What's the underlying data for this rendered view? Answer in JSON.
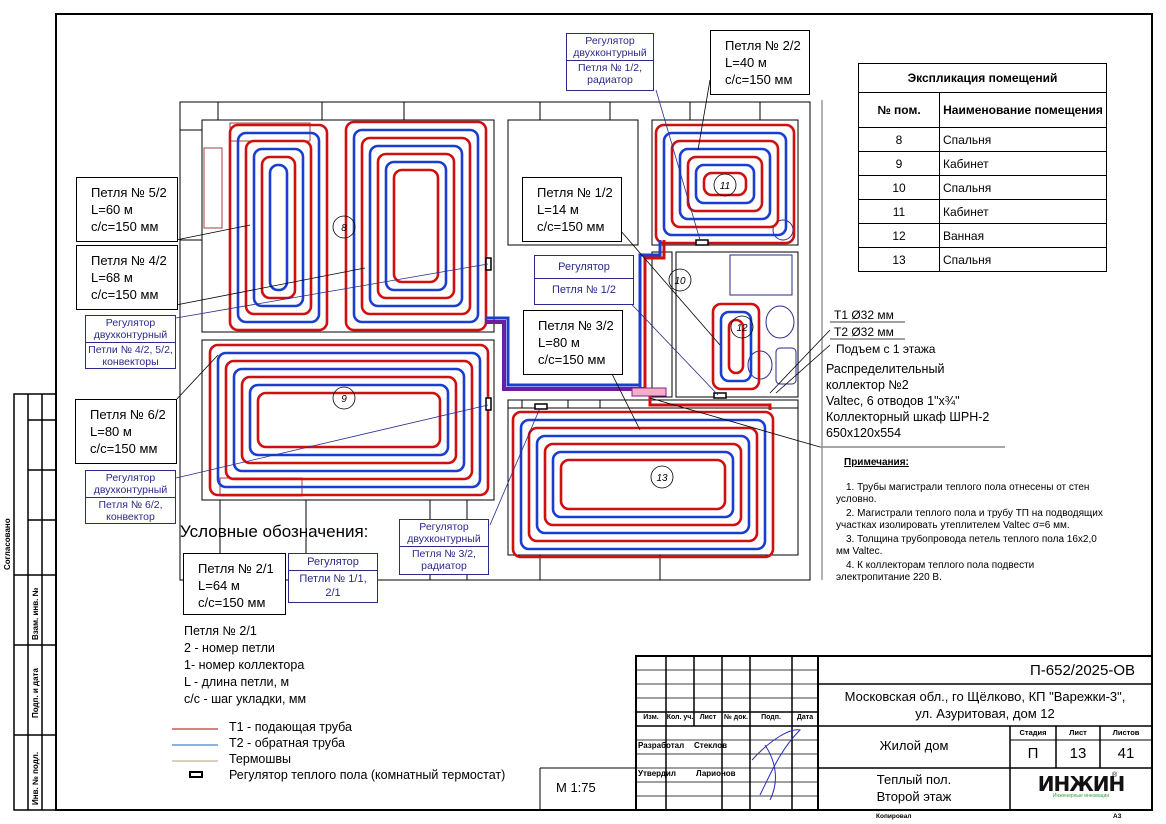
{
  "explication": {
    "title": "Экспликация помещений",
    "col_num": "№ пом.",
    "col_name": "Наименование помещения",
    "rows": [
      {
        "num": "8",
        "name": "Спальня"
      },
      {
        "num": "9",
        "name": "Кабинет"
      },
      {
        "num": "10",
        "name": "Спальня"
      },
      {
        "num": "11",
        "name": "Кабинет"
      },
      {
        "num": "12",
        "name": "Ванная"
      },
      {
        "num": "13",
        "name": "Спальня"
      }
    ]
  },
  "loops": {
    "loop_5_2": {
      "title": "Петля № 5/2",
      "length": "L=60 м",
      "step": "с/с=150 мм"
    },
    "loop_4_2": {
      "title": "Петля № 4/2",
      "length": "L=68 м",
      "step": "с/с=150 мм"
    },
    "loop_6_2": {
      "title": "Петля № 6/2",
      "length": "L=80 м",
      "step": "с/с=150 мм"
    },
    "loop_1_2": {
      "title": "Петля № 1/2",
      "length": "L=14 м",
      "step": "с/с=150 мм"
    },
    "loop_2_2": {
      "title": "Петля № 2/2",
      "length": "L=40 м",
      "step": "с/с=150 мм"
    },
    "loop_3_2": {
      "title": "Петля № 3/2",
      "length": "L=80 м",
      "step": "с/с=150 мм"
    }
  },
  "regulators": {
    "reg_1_2_radiator": {
      "top": "Регулятор двухконтурный",
      "bottom": "Петля № 1/2, радиатор"
    },
    "reg_1_2": {
      "top": "Регулятор",
      "bottom": "Петля № 1/2"
    },
    "reg_4_5": {
      "top": "Регулятор двухконтурный",
      "bottom": "Петли № 4/2, 5/2, конвекторы"
    },
    "reg_6_2": {
      "top": "Регулятор двухконтурный",
      "bottom": "Петля № 6/2, конвектор"
    },
    "reg_3_2": {
      "top": "Регулятор двухконтурный",
      "bottom": "Петля № 3/2, радиатор"
    }
  },
  "room_numbers": [
    "8",
    "9",
    "10",
    "11",
    "12",
    "13"
  ],
  "collector": {
    "t1": "Т1 Ø32 мм",
    "t2": "Т2 Ø32 мм",
    "rise": "Подъем с 1 этажа",
    "line1": "Распределительный",
    "line2": "коллектор №2",
    "line3": "Valtec, 6 отводов 1\"x¾\"",
    "line4": "Коллекторный шкаф ШРН-2",
    "line5": "650x120x554"
  },
  "notes": {
    "title": "Примечания:",
    "items": [
      "1.    Трубы магистрали теплого пола отнесены от стен условно.",
      "2.    Магистрали теплого пола и трубу ТП на подводящих участках изолировать утеплителем Valtec σ=6 мм.",
      "3.    Толщина трубопровода петель теплого пола 16x2,0 мм Valtec.",
      "4.    К коллекторам теплого пола подвести электропитание 220 В."
    ]
  },
  "legend": {
    "title": "Условные обозначения:",
    "sample_loop": {
      "title": "Петля № 2/1",
      "length": "L=64 м",
      "step": "с/с=150 мм"
    },
    "sample_reg": {
      "top": "Регулятор",
      "bottom": "Петли № 1/1, 2/1"
    },
    "explain": [
      "Петля № 2/1",
      "2 - номер петли",
      "1- номер коллектора",
      "L - длина петли, м",
      "с/с - шаг укладки, мм"
    ],
    "items": [
      {
        "symbol": "red-line",
        "label": "Т1 - подающая труба",
        "color": "#c00000"
      },
      {
        "symbol": "blue-line",
        "label": "Т2 - обратная труба",
        "color": "#1f3fc0"
      },
      {
        "symbol": "tan-line",
        "label": "Термошвы",
        "color": "#b8a07a"
      },
      {
        "symbol": "thermostat",
        "label": "Регулятор теплого пола (комнатный термостат)",
        "color": "#000000"
      }
    ]
  },
  "scale": "М 1:75",
  "stamp": {
    "code": "П-652/2025-ОВ",
    "address1": "Московская обл., го Щёлково, КП \"Варежки-3\",",
    "address2": "ул. Азуритовая, дом 12",
    "headers": [
      "Изм.",
      "Кол. уч.",
      "Лист",
      "№ док.",
      "Подп.",
      "Дата"
    ],
    "developed_label": "Разработал",
    "developed_name": "Стеклов",
    "approved_label": "Утвердил",
    "approved_name": "Ларионов",
    "object": "Жилой дом",
    "stage_label": "Стадия",
    "sheet_label": "Лист",
    "sheets_label": "Листов",
    "stage": "П",
    "sheet": "13",
    "sheets": "41",
    "title1": "Теплый пол.",
    "title2": "Второй этаж",
    "logo": "ИНЖИН",
    "logo_sub": "Инженерные инновации",
    "copied": "Копировал",
    "format": "А3"
  },
  "side": {
    "agreed": "Согласовано",
    "inv_swap": "Взам. инв. №",
    "sign_date": "Подп. и дата",
    "inv_orig": "Инв. № подл."
  },
  "colors": {
    "supply": "#d01010",
    "return": "#1a3fd0",
    "regulator": "#2a2a8a"
  }
}
